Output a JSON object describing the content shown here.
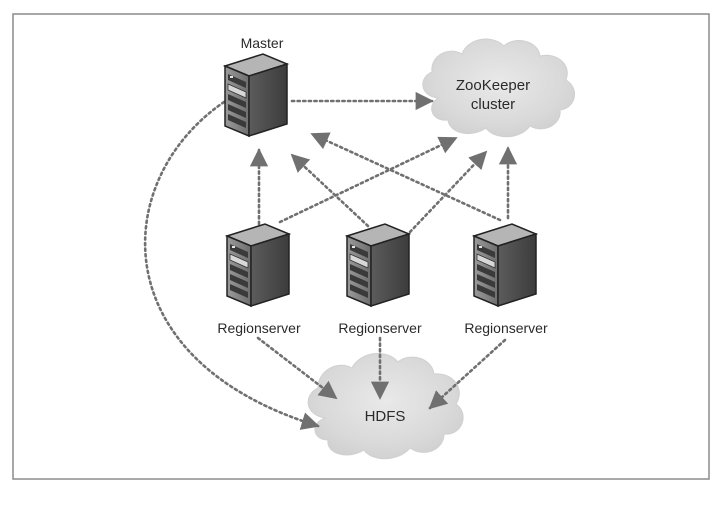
{
  "diagram": {
    "nodes": {
      "master": {
        "label": "Master",
        "icon": "server-icon"
      },
      "zookeeper": {
        "label_lines": [
          "ZooKeeper",
          "cluster"
        ],
        "icon": "cloud-icon"
      },
      "regionservers": [
        {
          "label": "Regionserver",
          "icon": "server-icon"
        },
        {
          "label": "Regionserver",
          "icon": "server-icon"
        },
        {
          "label": "Regionserver",
          "icon": "server-icon"
        }
      ],
      "hdfs": {
        "label": "HDFS",
        "icon": "cloud-icon"
      }
    },
    "edges": [
      {
        "from": "master",
        "to": "zookeeper"
      },
      {
        "from": "master",
        "to": "hdfs"
      },
      {
        "from": "regionserver-1",
        "to": "master"
      },
      {
        "from": "regionserver-2",
        "to": "master"
      },
      {
        "from": "regionserver-3",
        "to": "master"
      },
      {
        "from": "regionserver-1",
        "to": "zookeeper"
      },
      {
        "from": "regionserver-2",
        "to": "zookeeper"
      },
      {
        "from": "regionserver-3",
        "to": "zookeeper"
      },
      {
        "from": "regionserver-1",
        "to": "hdfs"
      },
      {
        "from": "regionserver-2",
        "to": "hdfs"
      },
      {
        "from": "regionserver-3",
        "to": "hdfs"
      }
    ],
    "colors": {
      "server_body": "#8a8a8a",
      "server_dark": "#3a3a3a",
      "cloud": "#dcdcdc",
      "arrow": "#707070",
      "frame": "#8c8c8c"
    }
  }
}
